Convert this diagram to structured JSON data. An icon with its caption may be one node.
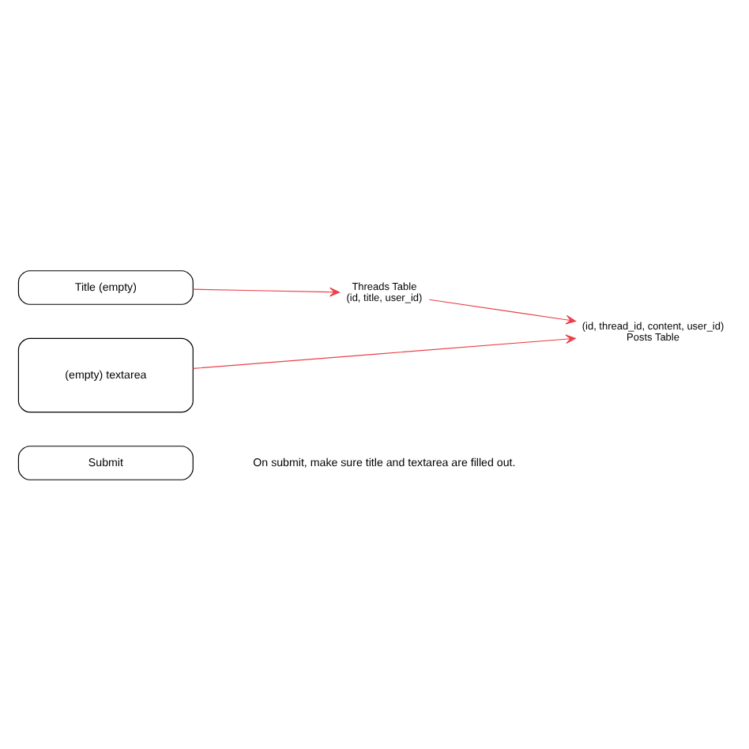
{
  "diagram": {
    "nodes": [
      {
        "text": [
          "Title (empty)"
        ]
      },
      {
        "text": [
          "Threads Table",
          "(id, title, user_id)"
        ]
      },
      {
        "text": [
          "(empty) textarea"
        ]
      },
      {
        "text": [
          "(id, thread_id, content, user_id)",
          "Posts Table"
        ]
      },
      {
        "text": [
          "Submit"
        ]
      }
    ],
    "edges": [
      {
        "from": 0,
        "to": 1,
        "arrow": "to",
        "color": "#e8414a"
      },
      {
        "from": 1,
        "to": 3,
        "arrow": "to",
        "color": "#e8414a"
      },
      {
        "from": 2,
        "to": 3,
        "arrow": "to",
        "color": "#e8414a"
      }
    ],
    "labels": [
      "On submit, make sure title and textarea are filled out."
    ]
  }
}
